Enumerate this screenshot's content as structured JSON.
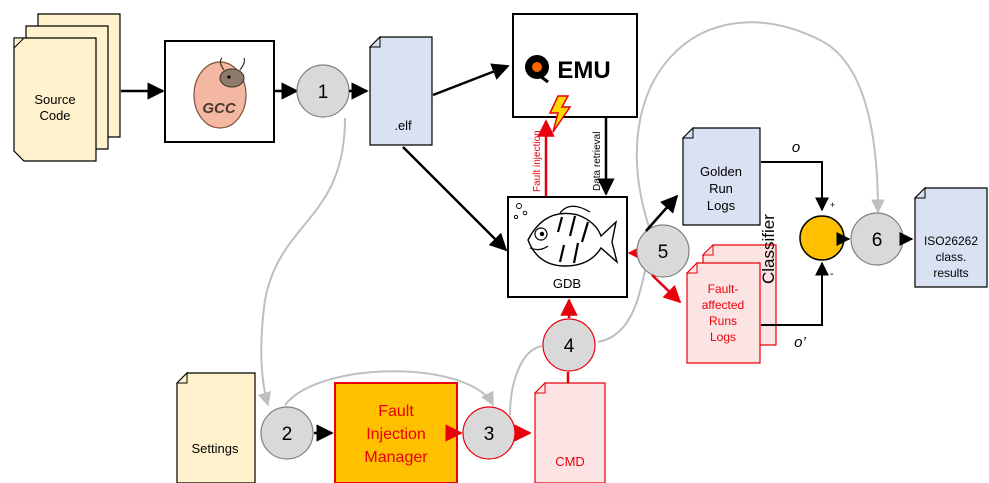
{
  "nodes": {
    "source_code": [
      "Source",
      "Code"
    ],
    "gcc_logo": "GCC",
    "elf": ".elf",
    "qemu_logo": "EMU",
    "gdb": "GDB",
    "golden": [
      "Golden",
      "Run",
      "Logs"
    ],
    "fault_affected": [
      "Fault-",
      "affected",
      "Runs",
      "Logs"
    ],
    "classifier": "Classifier",
    "iso": [
      "ISO26262",
      "class.",
      "results"
    ],
    "settings": "Settings",
    "fim": [
      "Fault",
      "Injection",
      "Manager"
    ],
    "cmd": "CMD"
  },
  "steps": [
    "1",
    "2",
    "3",
    "4",
    "5",
    "6"
  ],
  "edge_labels": {
    "fault_injection": "Fault injection",
    "data_retrieval": "Data retrieval",
    "o": "o",
    "o_prime": "o’",
    "plus": "+",
    "minus": "-"
  },
  "colors": {
    "doc_yellow": "#FFF2CC",
    "doc_blue": "#D9E1F2",
    "doc_pink": "#FCE4E4",
    "fim_fill": "#FFC000",
    "red": "#E8000B",
    "circle_gray": "#D9D9D9",
    "classifier_yellow": "#FFC000",
    "gray_curve": "#BFBFBF"
  },
  "icons": [
    "gcc-gnu-egg-logo",
    "qemu-logo",
    "lightning-bolt-icon",
    "gdb-fish-logo"
  ]
}
